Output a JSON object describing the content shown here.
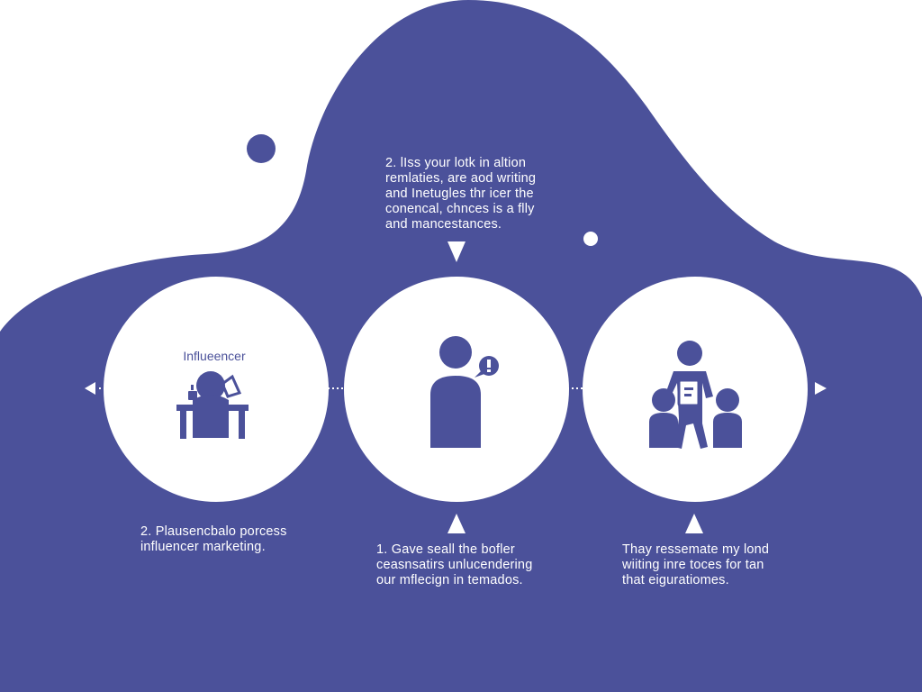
{
  "colors": {
    "background": "#ffffff",
    "blob": "#4b519a",
    "circle_fill": "#ffffff",
    "icon": "#4b519a",
    "text_on_blob": "#ffffff"
  },
  "top_note": {
    "lines": [
      "2. lIss your lotk in altion",
      "remlaties, are aod writing",
      "and Inetugles thr icer the",
      "conencal, chnces is a flly",
      "and mancestances."
    ]
  },
  "steps": [
    {
      "label": "Influeencer",
      "icon": "person-at-desk-icon",
      "caption_lines": [
        "2. Plausencbalo porcess",
        "influencer marketing."
      ]
    },
    {
      "label": "",
      "icon": "person-with-speech-bubble-icon",
      "caption_lines": [
        "1. Gave seall the bofler",
        "ceasnsatirs unlucendering",
        "our mflecign in temados."
      ]
    },
    {
      "label": "",
      "icon": "group-with-presenter-icon",
      "caption_lines": [
        "Thay ressemate my lond",
        "wiiting inre toces for tan",
        "that eiguratiomes."
      ]
    }
  ],
  "connectors": {
    "left_arrow": "triangle-left-icon",
    "right_arrow": "triangle-right-icon",
    "down_arrow": "triangle-down-icon",
    "up_arrows": "triangle-up-icon"
  }
}
